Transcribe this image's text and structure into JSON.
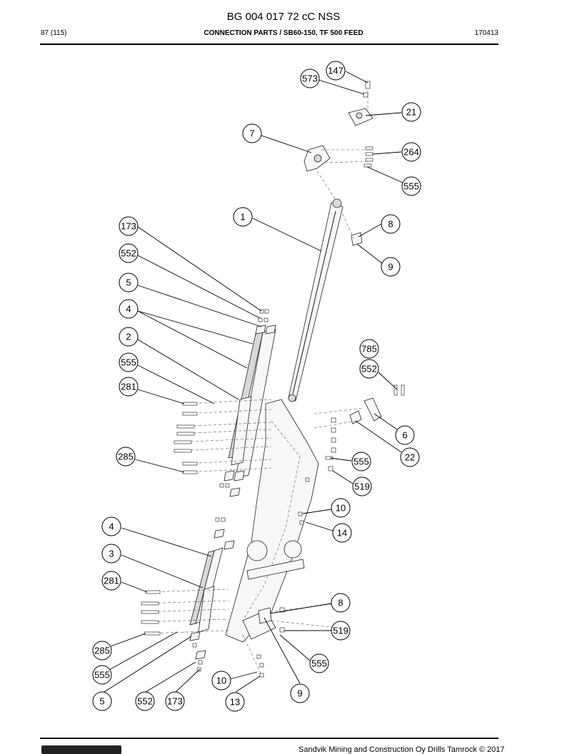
{
  "header": {
    "doc_code": "BG 004 017 72 cC NSS",
    "page": "87 (115)",
    "title": "CONNECTION PARTS / SB60-150, TF 500 FEED",
    "date": "170413"
  },
  "footer": {
    "text": "Sandvik Mining and Construction Oy Drills Tamrock © 2017"
  },
  "callouts": {
    "c147": "147",
    "c573": "573",
    "c21": "21",
    "c7": "7",
    "c264": "264",
    "c555a": "555",
    "c1": "1",
    "c8a": "8",
    "c9a": "9",
    "c173a": "173",
    "c552a": "552",
    "c5a": "5",
    "c4a": "4",
    "c2": "2",
    "c555b": "555",
    "c281a": "281",
    "c785": "785",
    "c552b": "552",
    "c6": "6",
    "c22": "22",
    "c285a": "285",
    "c555c": "555",
    "c519a": "519",
    "c10a": "10",
    "c14": "14",
    "c4b": "4",
    "c3": "3",
    "c281b": "281",
    "c8b": "8",
    "c519b": "519",
    "c285b": "285",
    "c555d": "555",
    "c555e": "555",
    "c10b": "10",
    "c9b": "9",
    "c5b": "5",
    "c552c": "552",
    "c173b": "173",
    "c13": "13"
  }
}
